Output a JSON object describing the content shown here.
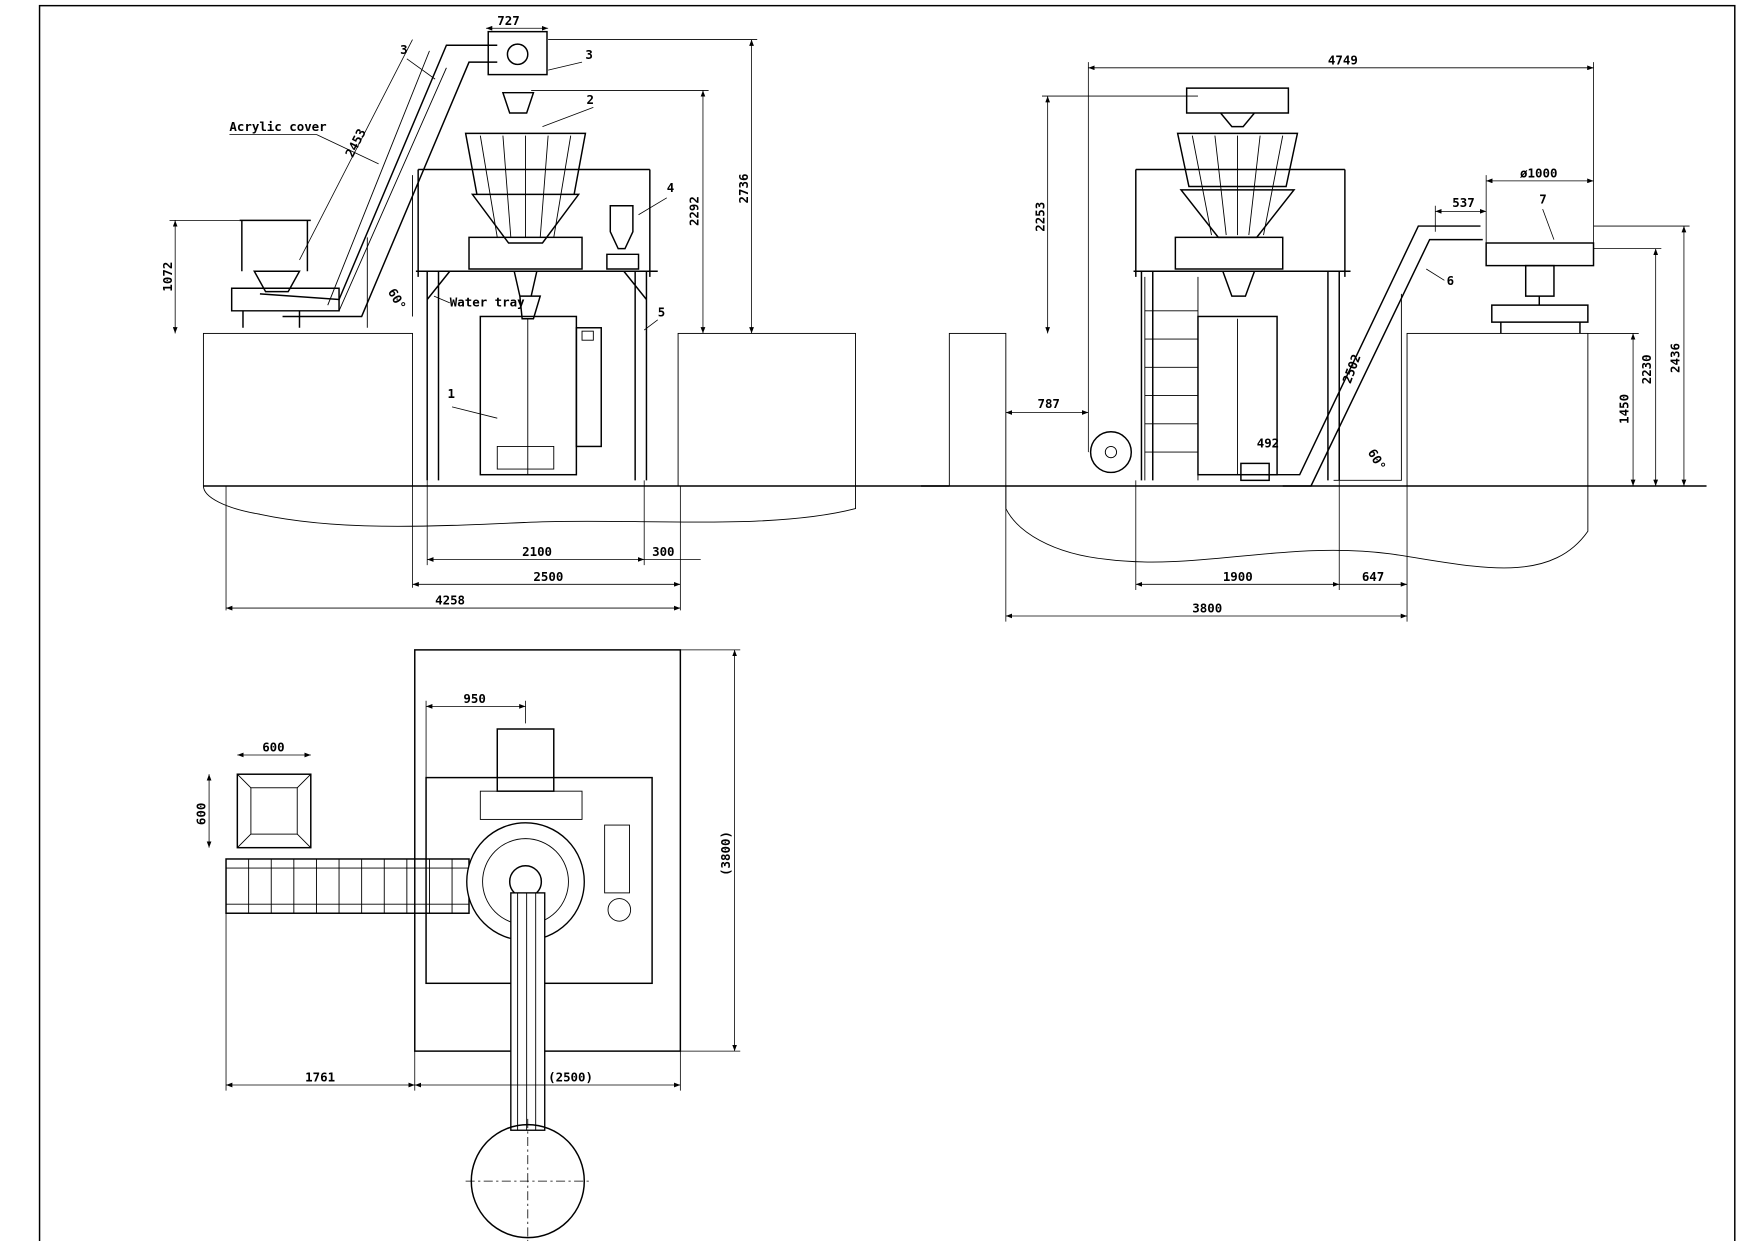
{
  "views": {
    "side_left": {
      "labels": {
        "acrylic_cover": "Acrylic cover",
        "water_tray": "Water tray",
        "angle": "60°"
      },
      "callouts": [
        "1",
        "2",
        "3",
        "3",
        "4",
        "5"
      ],
      "dimensions": {
        "top_width": "727",
        "incline_length": "2453",
        "hopper_height": "1072",
        "height_outlet": "2292",
        "height_total": "2736",
        "frame_inner": "2100",
        "offset": "300",
        "frame_outer": "2500",
        "total_length": "4258"
      }
    },
    "side_right": {
      "labels": {
        "angle": "60°"
      },
      "callouts": [
        "6",
        "7"
      ],
      "dimensions": {
        "total_length": "4749",
        "height_weigher": "2253",
        "roll_offset": "787",
        "table_diameter": "ø1000",
        "conveyor_head": "537",
        "incline_length": "2502",
        "conveyor_base": "492",
        "height_1450": "1450",
        "height_2230": "2230",
        "height_2436": "2436",
        "frame_width": "1900",
        "offset": "647",
        "overall": "3800"
      }
    },
    "top": {
      "dimensions": {
        "weigher_width": "950",
        "hopper_width": "600",
        "hopper_depth": "600",
        "area_depth": "(3800)",
        "area_width": "(2500)",
        "conveyor_length": "1761"
      }
    }
  }
}
